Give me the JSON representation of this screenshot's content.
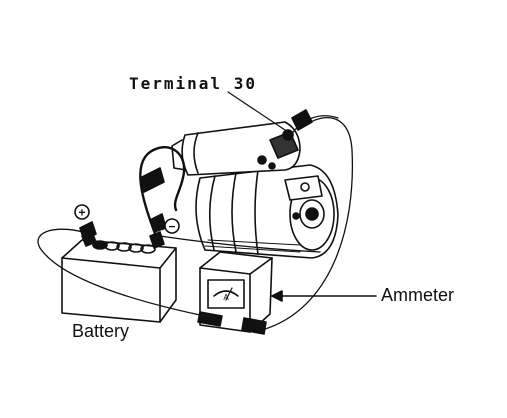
{
  "labels": {
    "terminal": "Terminal 30",
    "ammeter": "Ammeter",
    "battery": "Battery"
  },
  "symbols": {
    "positive": "+",
    "negative": "−",
    "meter_mark": "A"
  },
  "icons": [
    "starter-motor-icon",
    "battery-icon",
    "ammeter-icon",
    "clamp-icon",
    "arrow-icon"
  ],
  "colors": {
    "ink": "#111111",
    "paper": "#ffffff"
  }
}
